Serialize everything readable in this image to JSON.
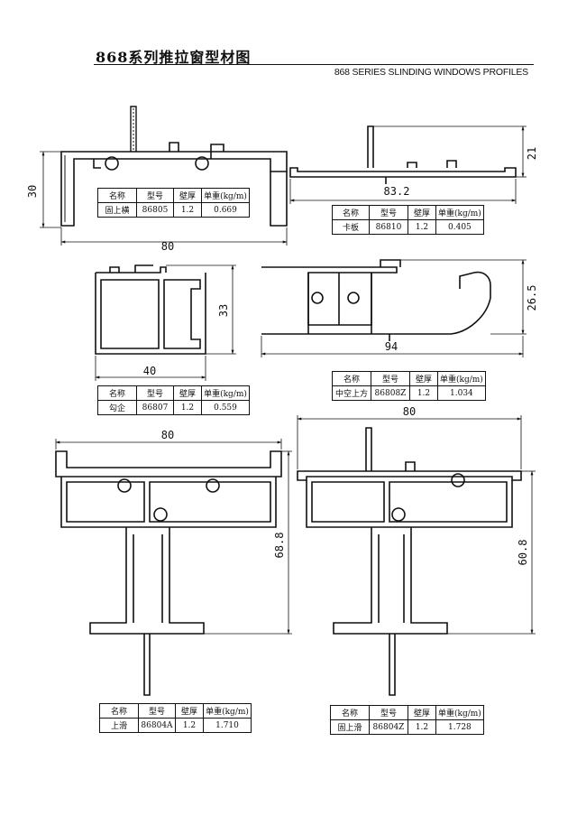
{
  "header": {
    "title_cn": "868系列推拉窗型材图",
    "title_en": "868 SERIES SLINDING WINDOWS PROFILES"
  },
  "spec_headers": [
    "名称",
    "型号",
    "壁厚",
    "单重(kg/m)"
  ],
  "profiles": [
    {
      "name": "固上横",
      "model": "86805",
      "thickness": "1.2",
      "weight": "0.669",
      "dims": [
        "80",
        "30"
      ]
    },
    {
      "name": "卡板",
      "model": "86810",
      "thickness": "1.2",
      "weight": "0.405",
      "dims": [
        "83.2",
        "21"
      ]
    },
    {
      "name": "勾企",
      "model": "86807",
      "thickness": "1.2",
      "weight": "0.559",
      "dims": [
        "40",
        "33"
      ]
    },
    {
      "name": "中空上方",
      "model": "86808Z",
      "thickness": "1.2",
      "weight": "1.034",
      "dims": [
        "94",
        "26.5"
      ]
    },
    {
      "name": "上滑",
      "model": "86804A",
      "thickness": "1.2",
      "weight": "1.710",
      "dims": [
        "80",
        "68.8"
      ]
    },
    {
      "name": "固上滑",
      "model": "86804Z",
      "thickness": "1.2",
      "weight": "1.728",
      "dims": [
        "80",
        "60.8"
      ]
    }
  ]
}
